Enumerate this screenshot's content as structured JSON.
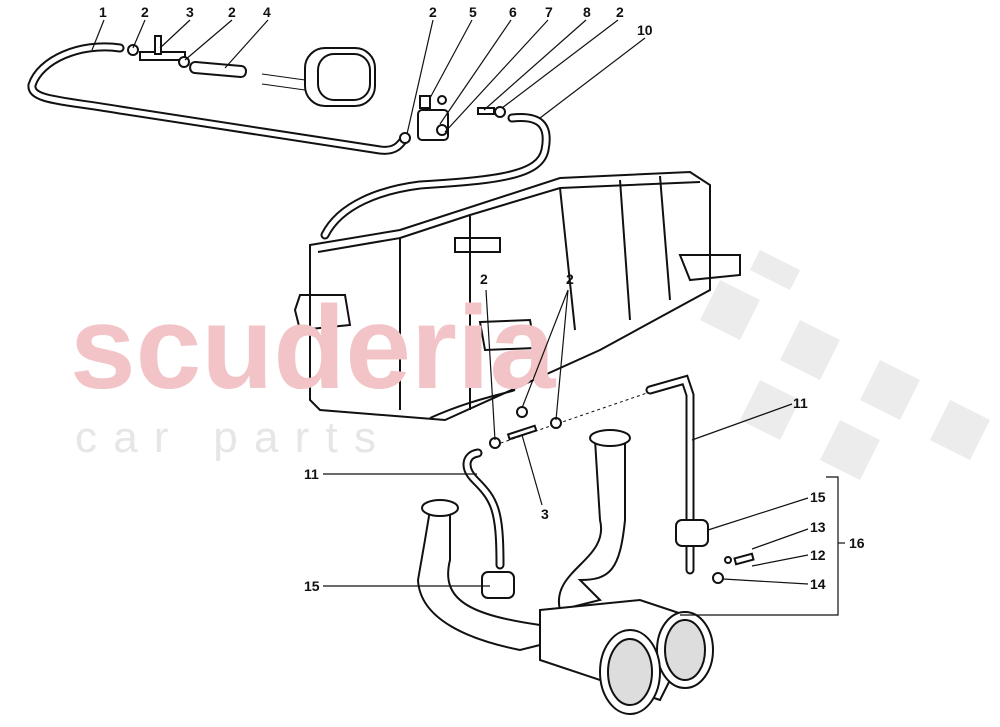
{
  "watermark": {
    "brand": "scuderia",
    "sub": "c a r   p a r t s",
    "brand_color": "#f2c4c8",
    "sub_color": "#e6e6e6"
  },
  "callouts": {
    "top": [
      "1",
      "2",
      "3",
      "2",
      "4",
      "2",
      "5",
      "6",
      "7",
      "8",
      "2",
      "10"
    ],
    "mid": [
      "2",
      "2"
    ],
    "right_hose": "11",
    "left_hose": "11",
    "tee": "3",
    "mount_right": "15",
    "washer": "13",
    "bolt": "12",
    "nut": "14",
    "kit": "16",
    "mount_left": "15"
  }
}
